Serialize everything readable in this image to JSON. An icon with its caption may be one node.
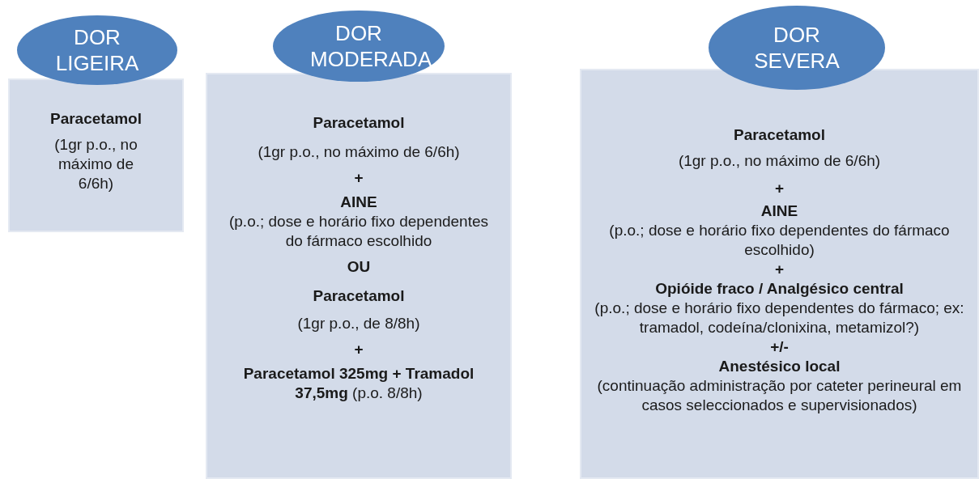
{
  "diagram": {
    "nodes": [
      {
        "text": [
          "DOR LIGEIRA"
        ]
      },
      {
        "text": [
          "Paracetamol",
          "(1gr p.o., no máximo de 6/6h)"
        ]
      },
      {
        "text": [
          "DOR MODERADA"
        ]
      },
      {
        "text": [
          "Paracetamol",
          "(1gr p.o., no máximo de 6/6h)",
          "+",
          "AINE",
          "(p.o.; dose e horário fixo dependentes do fármaco escolhido",
          "OU",
          "Paracetamol",
          "(1gr p.o., de 8/8h)",
          "+",
          "**Paracetamol 325mg + Tramadol 37,5mg** (p.o. 8/8h)"
        ]
      },
      {
        "text": [
          "DOR SEVERA"
        ]
      },
      {
        "text": [
          "Paracetamol",
          "(1gr p.o., no máximo de 6/6h)",
          "+",
          "AINE",
          "(p.o.; dose e horário fixo dependentes do fármaco escolhido)",
          "+",
          "Opióide fraco / Analgésico central",
          "(p.o.; dose e horário fixo dependentes do fármaco; ex: tramadol, codeína/clonixina, metamizol?)",
          "+/-",
          "Anestésico local",
          "(continuação administração por cateter perineural em casos seleccionados e supervisionados)"
        ]
      }
    ],
    "edges": []
  }
}
